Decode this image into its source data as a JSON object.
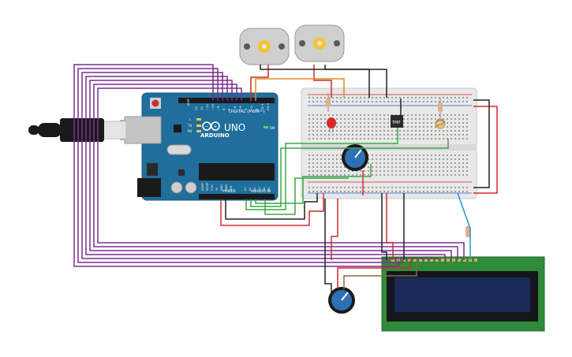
{
  "board": {
    "brand": "ARDUINO",
    "model": "UNO",
    "digital_label": "DIGITAL (PWM~)",
    "power_label": "POWER",
    "analog_label": "ANALOG IN",
    "aref": "AREF",
    "gnd": "GND",
    "tx": "TX",
    "rx": "RX",
    "on": "ON",
    "l": "L",
    "power_pins": [
      "IOREF",
      "RESET",
      "3.3V",
      "5V",
      "GND",
      "GND",
      "VIN"
    ],
    "analog_pins": [
      "A0",
      "A1",
      "A2",
      "A3",
      "A4",
      "A5"
    ],
    "digital_pins": [
      "13",
      "12",
      "~11",
      "~10",
      "~9",
      "8",
      "7",
      "~6",
      "~5",
      "4",
      "~3",
      "2",
      "TX 1",
      "RX 0"
    ]
  },
  "temp_sensor": {
    "label": "TMP"
  },
  "colors": {
    "board": "#1f6e9c",
    "breadboard": "#e8e8e8",
    "wire_purple": "#7b2f8e",
    "wire_red": "#d42a2a",
    "wire_black": "#222222",
    "wire_green": "#3aa845",
    "wire_orange": "#e08a1e",
    "wire_blue": "#2a8fd8",
    "wire_brown": "#8a6a3a",
    "lcd_pcb": "#2e8b3a",
    "lcd_screen": "#1c2a5a",
    "pot_blue": "#2f6fb5",
    "motor_body": "#cccccc",
    "motor_hub": "#f4c430"
  }
}
